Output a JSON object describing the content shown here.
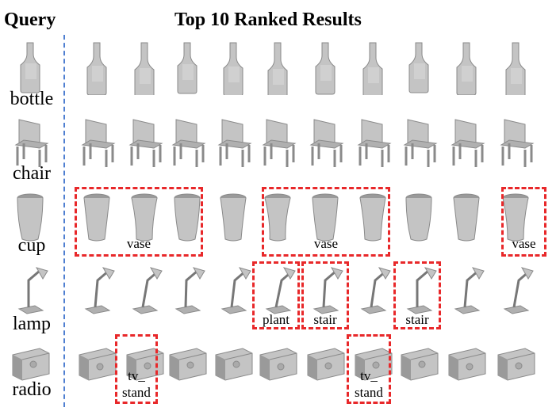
{
  "header": {
    "query": "Query",
    "results": "Top 10 Ranked Results"
  },
  "rows": [
    {
      "label": "bottle",
      "shape": "bottle"
    },
    {
      "label": "chair",
      "shape": "chair"
    },
    {
      "label": "cup",
      "shape": "cup"
    },
    {
      "label": "lamp",
      "shape": "lamp"
    },
    {
      "label": "radio",
      "shape": "radio"
    }
  ],
  "mismatch_labels": {
    "vase_1": "vase",
    "vase_2": "vase",
    "vase_3": "vase",
    "plant": "plant",
    "stair_1": "stair",
    "stair_2": "stair",
    "tv_stand_1_line1": "tv_",
    "tv_stand_1_line2": "stand",
    "tv_stand_2_line1": "tv_",
    "tv_stand_2_line2": "stand"
  },
  "colors": {
    "divider": "#4f7fd1",
    "highlight_box": "#e8282a",
    "shape_fill": "#c4c4c4",
    "shape_stroke": "#8a8a8a"
  }
}
